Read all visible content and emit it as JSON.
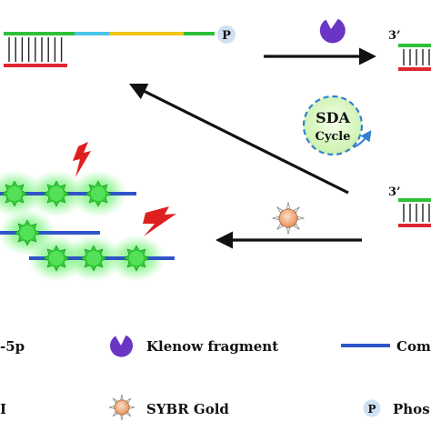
{
  "diagram": {
    "probe_end_label": "P",
    "prime_label_top": "3’",
    "prime_label_mid": "3’",
    "cycle_title": "SDA",
    "cycle_subtitle": "Cycle"
  },
  "legend": {
    "row1": [
      {
        "text": "-5p",
        "icon": "red-strand-swatch"
      },
      {
        "text": "Klenow fragment",
        "icon": "klenow-pacman-icon"
      },
      {
        "text": "Com",
        "icon": "blue-strand-swatch"
      }
    ],
    "row2": [
      {
        "text": "I",
        "icon": "strand-swatch"
      },
      {
        "text": "SYBR Gold",
        "icon": "sybr-gold-sun-icon"
      },
      {
        "text": "Phos",
        "icon": "phosphate-circle-icon",
        "glyph": "P"
      }
    ]
  },
  "colors": {
    "green_strand": "#2fbf3a",
    "red_strand": "#e0262e",
    "cyan_segment": "#47c6e8",
    "yellow_segment": "#f0c419",
    "blue_strand": "#2f55c8",
    "klenow_purple": "#6a35c4",
    "cycle_fill": "#dff8c8",
    "cycle_border": "#2f80d0",
    "lightning": "#e02020",
    "glow": "#5cf060",
    "sybr_core": "#f6b48c",
    "phos_fill": "#cfe0f3"
  }
}
